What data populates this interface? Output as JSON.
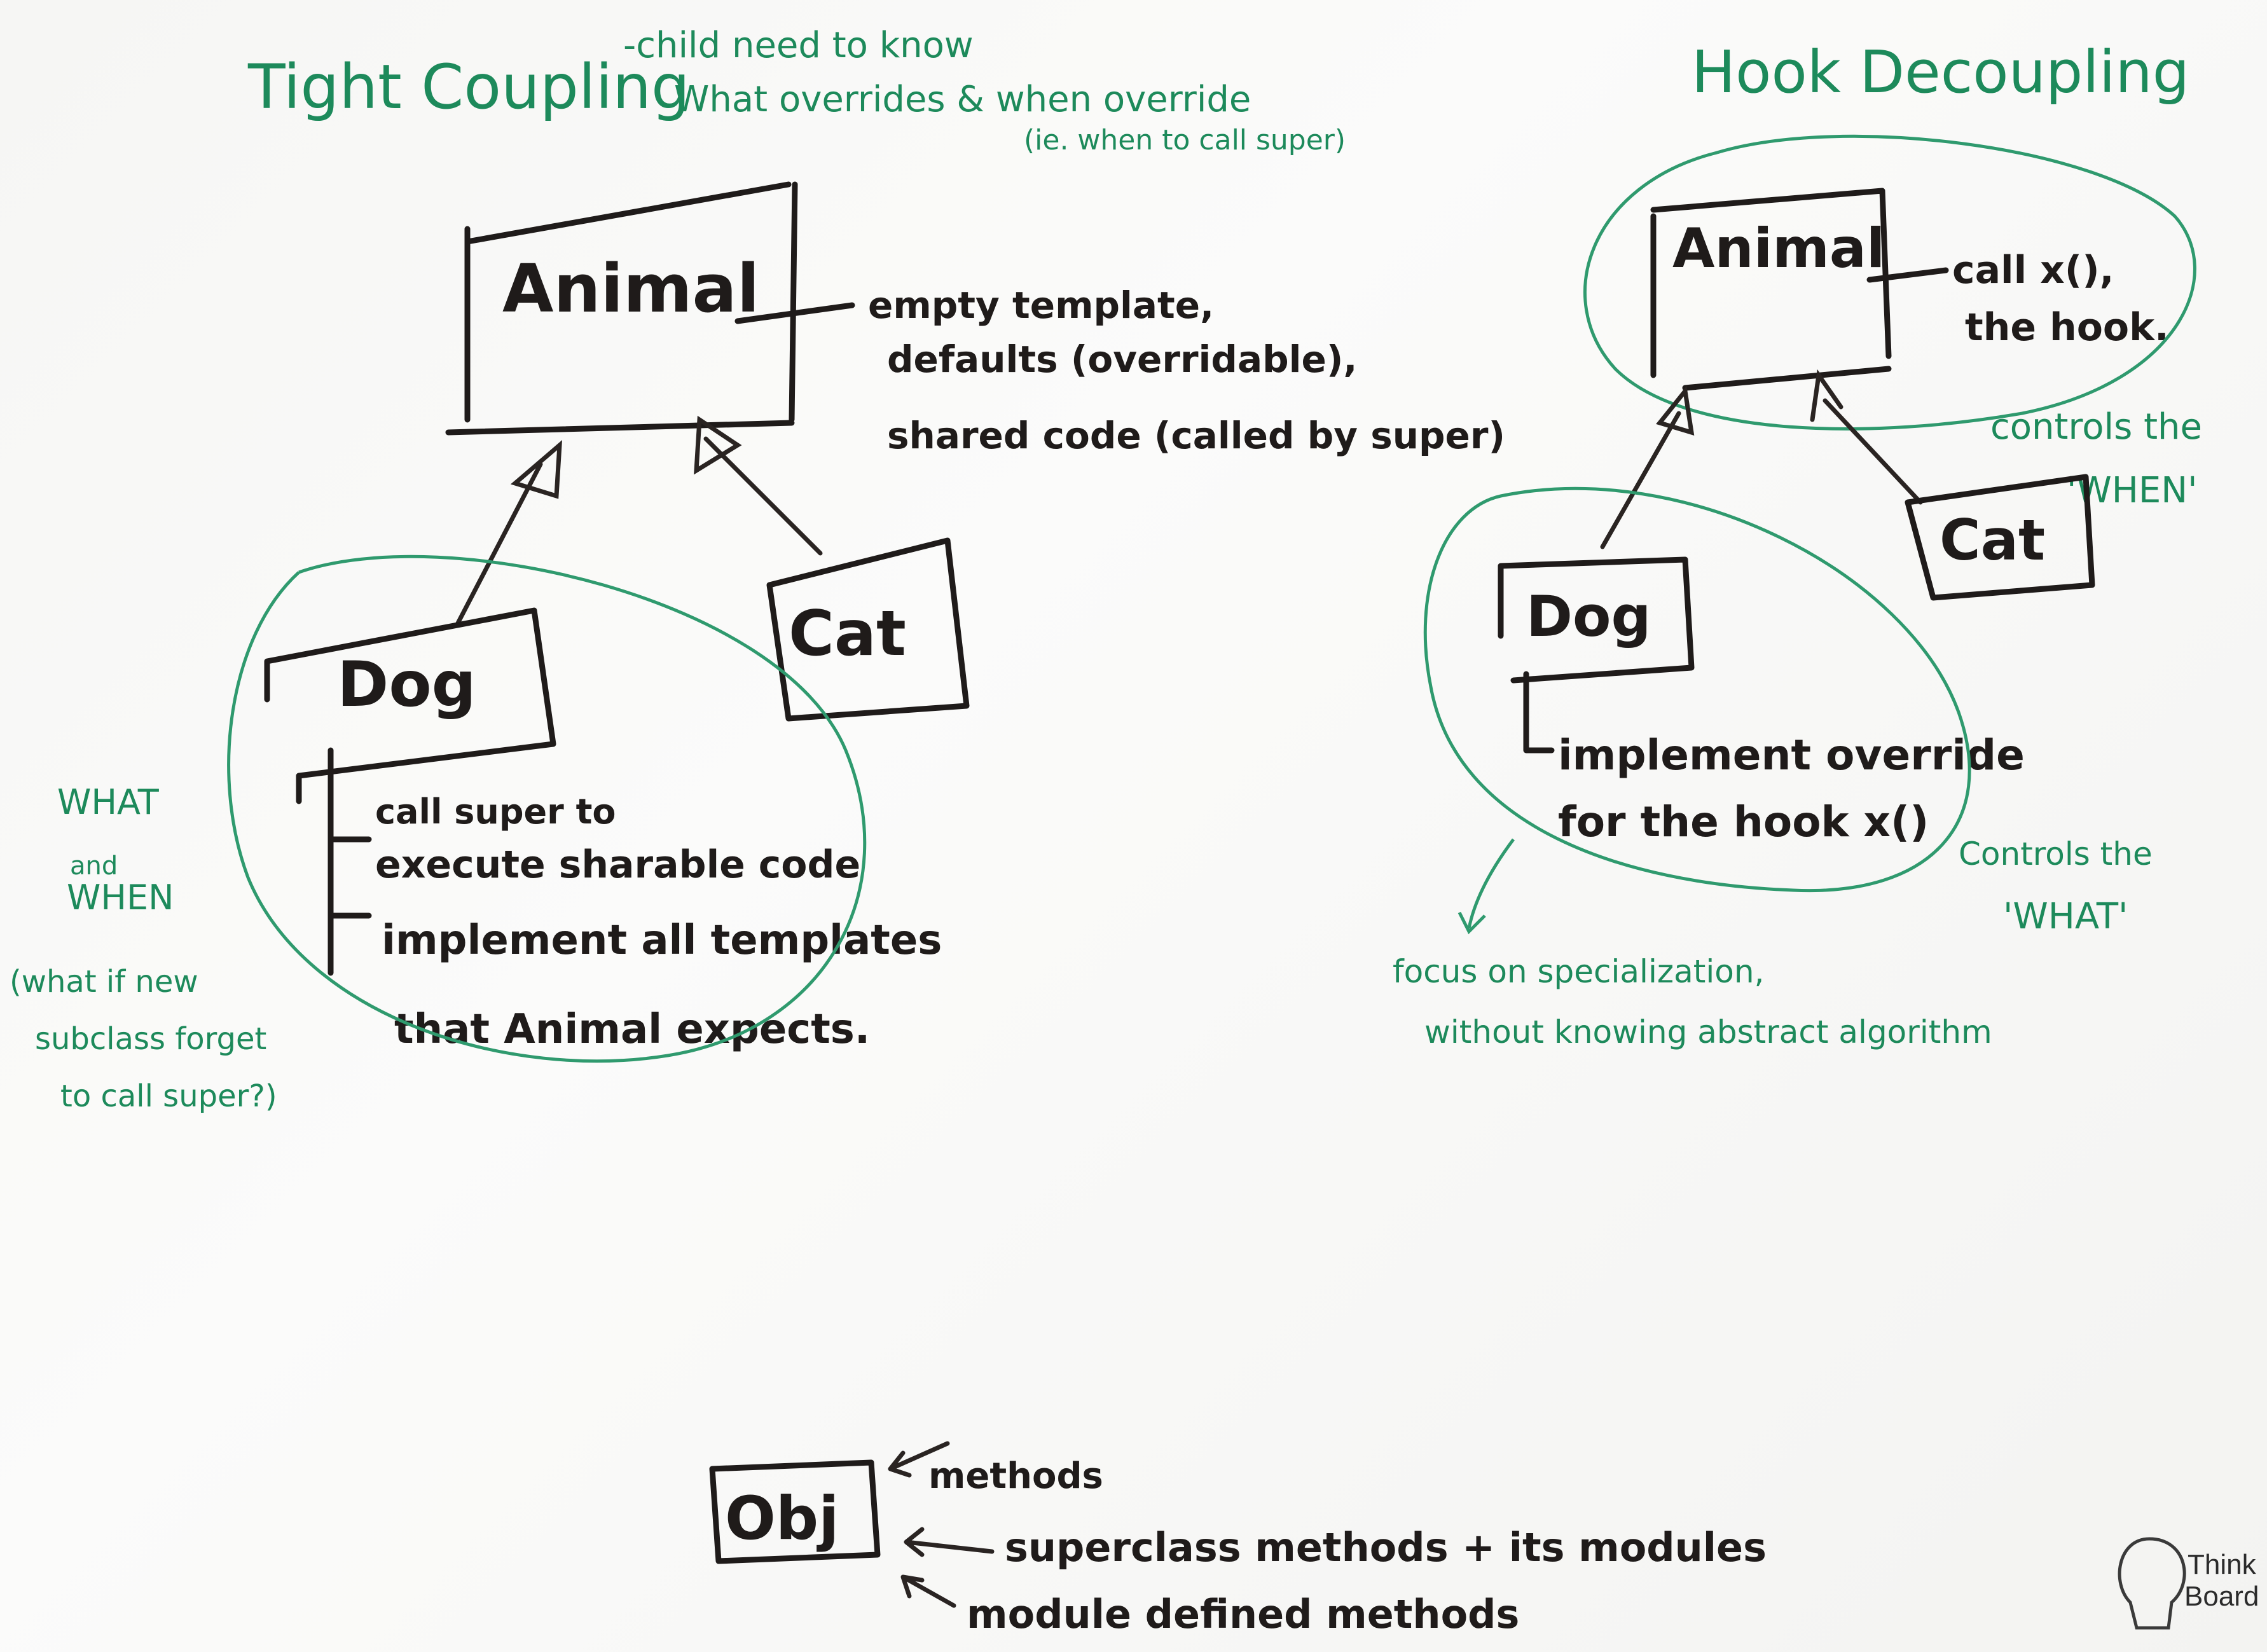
{
  "left": {
    "title": "Tight Coupling",
    "note_lines": [
      "-child need to know",
      "What overrides & when override",
      "(ie. when to call super)"
    ],
    "animal": "Animal",
    "animal_note": [
      "empty template,",
      "defaults (overridable),",
      "shared code (called by super)"
    ],
    "dog": "Dog",
    "cat": "Cat",
    "dog_items": [
      "call super to",
      "execute sharable code",
      "implement all templates",
      "that Animal expects."
    ],
    "side_note": [
      "WHAT",
      "and",
      "WHEN",
      "(what if new",
      "subclass forget",
      "to call super?)"
    ]
  },
  "right": {
    "title": "Hook Decoupling",
    "animal": "Animal",
    "animal_note": [
      "call x(),",
      "the hook."
    ],
    "when_note": [
      "controls the",
      "'WHEN'"
    ],
    "dog": "Dog",
    "cat": "Cat",
    "dog_items": [
      "implement override",
      "for the hook x()"
    ],
    "what_note": [
      "Controls the",
      "'WHAT'"
    ],
    "focus_note": [
      "focus on specialization,",
      "without knowing abstract algorithm"
    ]
  },
  "bottom": {
    "obj": "Obj",
    "arrows": [
      "methods",
      "superclass methods + its modules",
      "module defined methods"
    ]
  },
  "logo": [
    "Think",
    "Board"
  ],
  "colors": {
    "ink": "#1f1b1a",
    "marker_green": "#1d8a5b",
    "board": "#f7f7f5"
  }
}
